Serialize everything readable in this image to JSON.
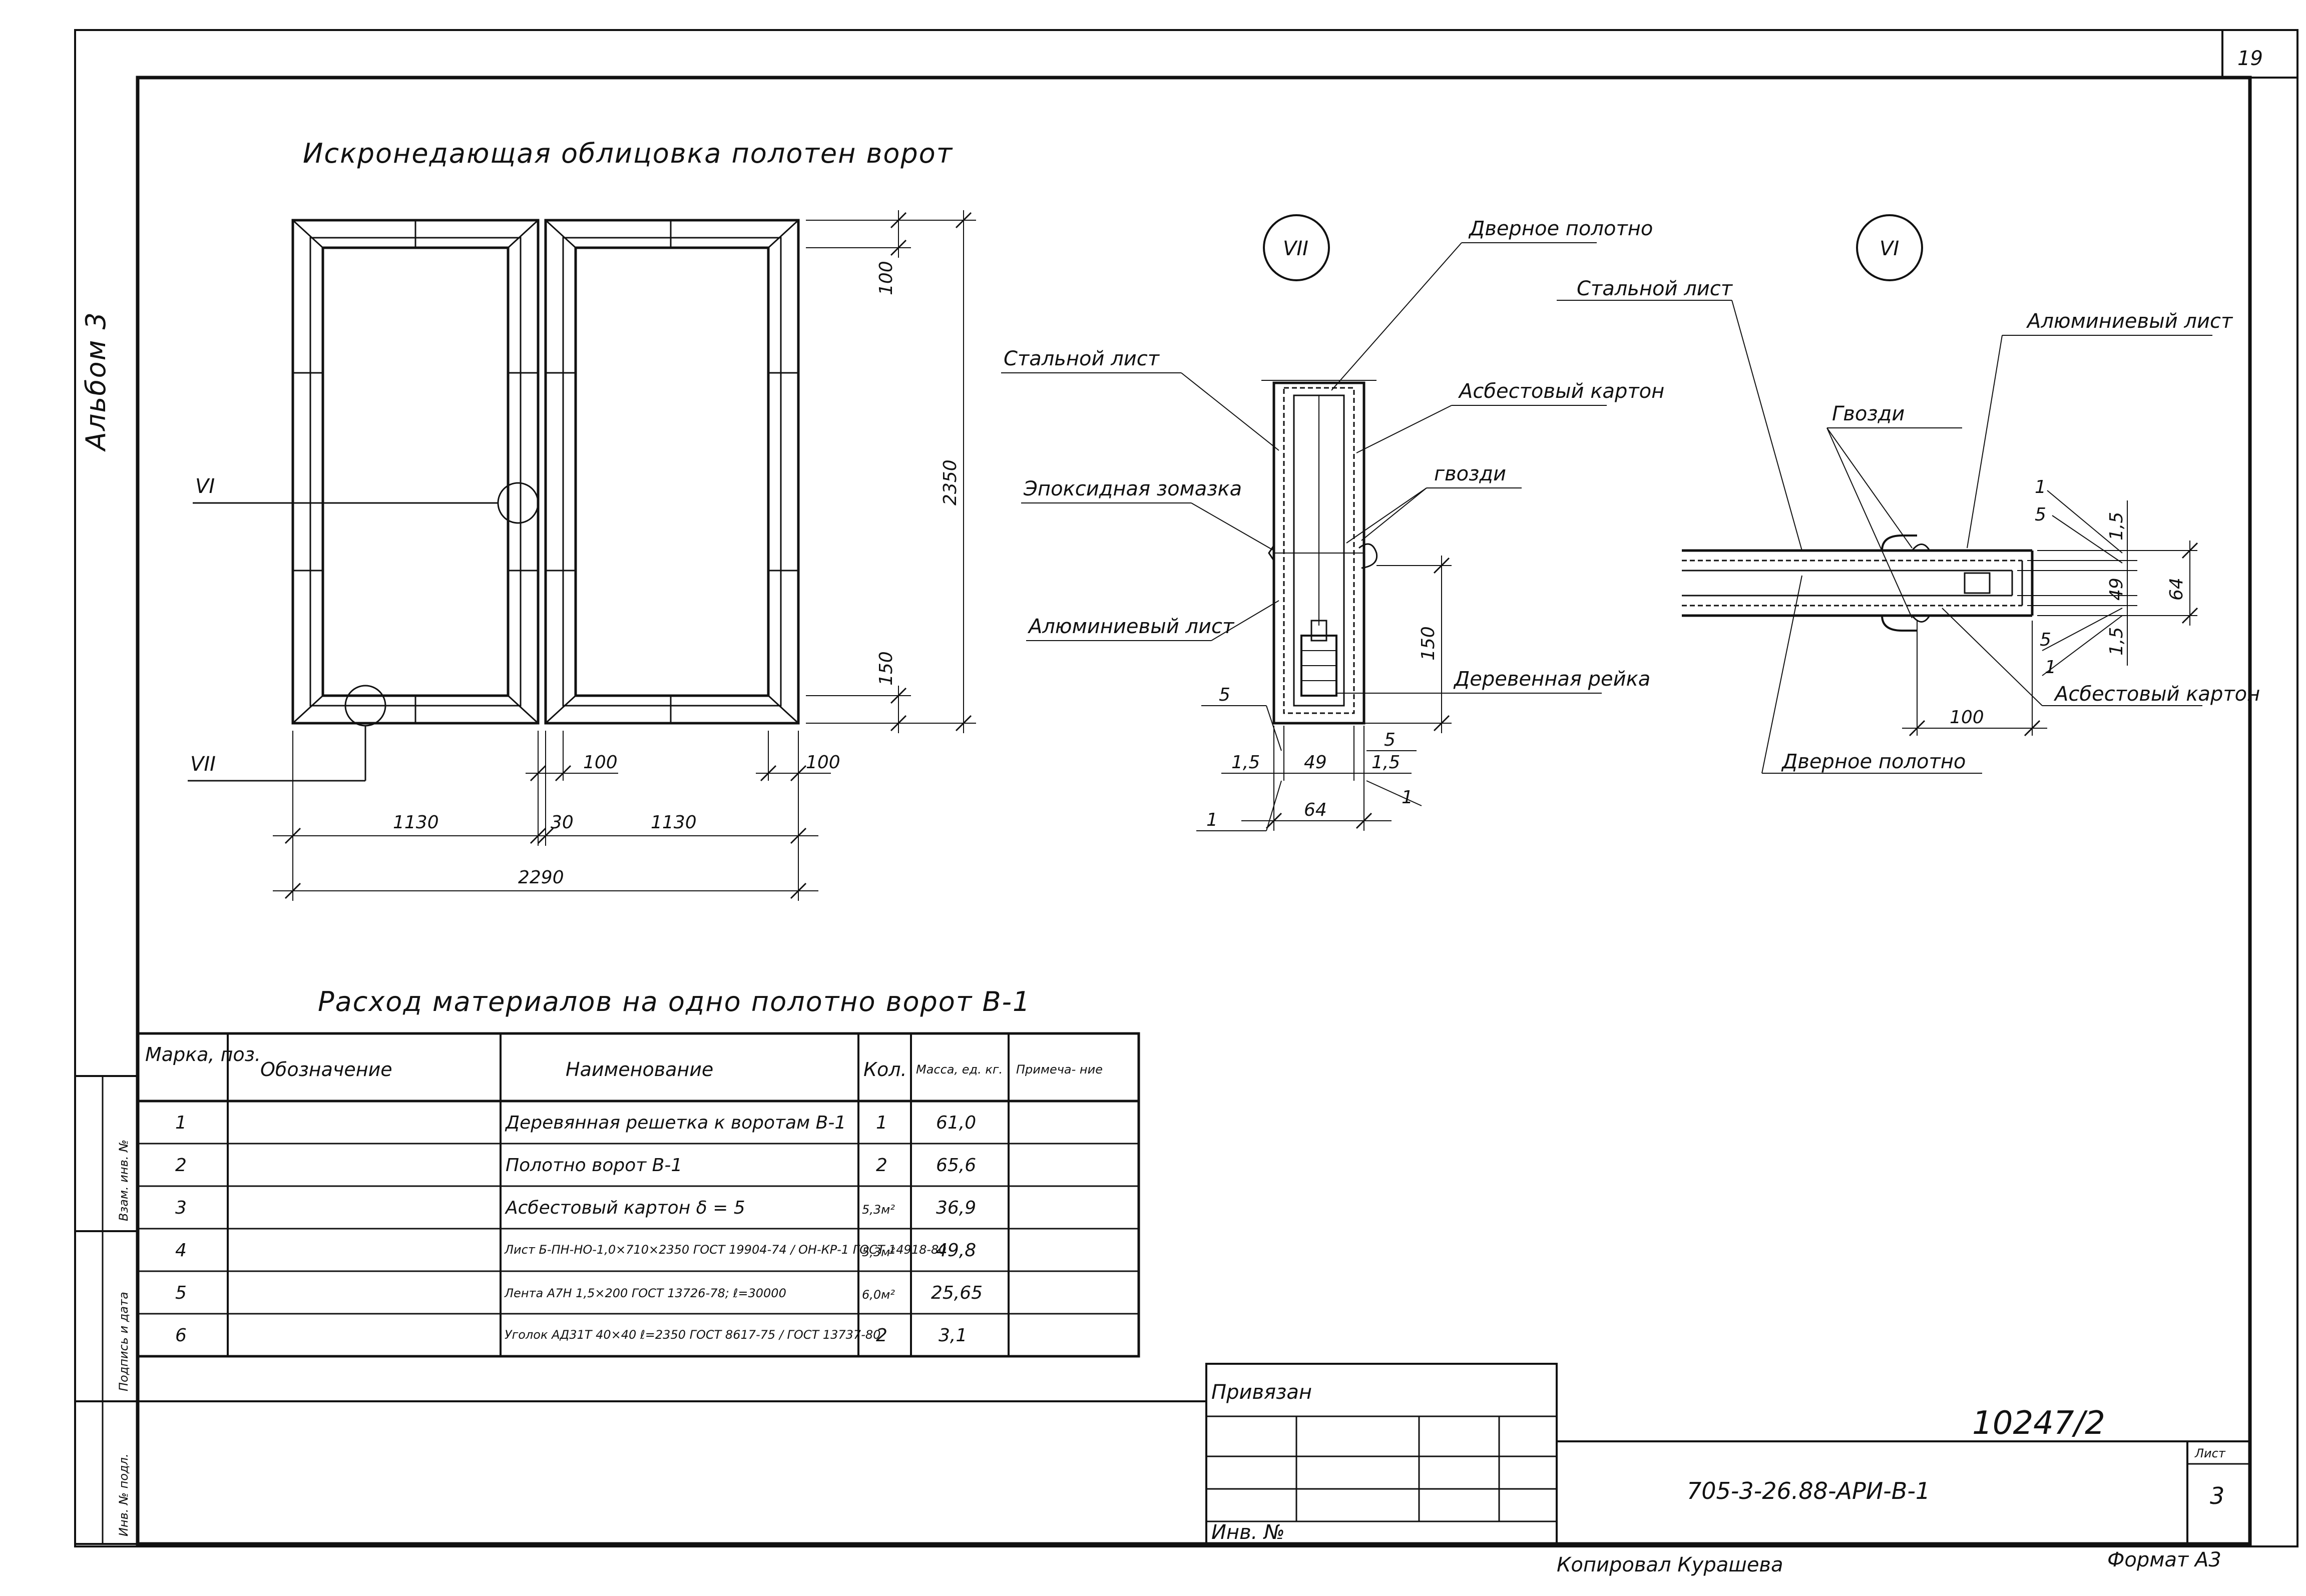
{
  "page_number": "19",
  "album_label": "Альбом 3",
  "drawing_title": "Искронедающая облицовка полотен ворот",
  "section_markers": {
    "vi": "VI",
    "vii": "VII"
  },
  "elevation_dims": {
    "top": "100",
    "height": "2350",
    "bottom": "150",
    "width_left": "1130",
    "gap": "30",
    "width_right": "1130",
    "total": "2290",
    "inset_left": "100",
    "inset_right": "100"
  },
  "section_vii": {
    "marker": "VII",
    "labels": {
      "door_leaf": "Дверное полотно",
      "steel_sheet": "Стальной лист",
      "asbestos": "Асбестовый картон",
      "nails": "гвозди",
      "epoxy": "Эпоксидная зомазка",
      "aluminum": "Алюминиевый лист",
      "wood_rail": "Деревенная рейка"
    },
    "dims": {
      "d150": "150",
      "d5a": "5",
      "d5b": "5",
      "d15a": "1,5",
      "d49": "49",
      "d15b": "1,5",
      "d64": "64",
      "d1a": "1",
      "d1b": "1"
    }
  },
  "section_vi": {
    "marker": "VI",
    "labels": {
      "steel_sheet": "Стальной лист",
      "aluminum": "Алюминиевый лист",
      "nails": "Гвозди",
      "asbestos": "Асбестовый картон",
      "door_leaf": "Дверное полотно"
    },
    "dims": {
      "d1a": "1",
      "d5a": "5",
      "d15a": "1,5",
      "d49": "49",
      "d64": "64",
      "d5b": "5",
      "d1b": "1",
      "d15b": "1,5",
      "d100": "100"
    }
  },
  "materials_table": {
    "title": "Расход материалов на одно полотно ворот В-1",
    "headers": [
      "Марка, поз.",
      "Обозначение",
      "Наименование",
      "Кол.",
      "Масса, ед. кг.",
      "Примеча- ние"
    ],
    "rows": [
      {
        "pos": "1",
        "designation": "",
        "name": "Деревянная решетка к воротам В-1",
        "qty": "1",
        "mass": "61,0",
        "note": ""
      },
      {
        "pos": "2",
        "designation": "",
        "name": "Полотно ворот В-1",
        "qty": "2",
        "mass": "65,6",
        "note": ""
      },
      {
        "pos": "3",
        "designation": "",
        "name": "Асбестовый картон δ = 5",
        "qty": "5,3м²",
        "mass": "36,9",
        "note": ""
      },
      {
        "pos": "4",
        "designation": "",
        "name": "Лист Б-ПН-НО-1,0×710×2350 ГОСТ 19904-74 / ОН-КР-1 ГОСТ 14918-80",
        "qty": "5,3м²",
        "mass": "49,8",
        "note": ""
      },
      {
        "pos": "5",
        "designation": "",
        "name": "Лента А7Н 1,5×200 ГОСТ 13726-78; ℓ=30000",
        "qty": "6,0м²",
        "mass": "25,65",
        "note": ""
      },
      {
        "pos": "6",
        "designation": "",
        "name": "Уголок АД31Т 40×40 ℓ=2350 ГОСТ 8617-75 / ГОСТ 13737-80",
        "qty": "2",
        "mass": "3,1",
        "note": ""
      }
    ]
  },
  "side_stamps": [
    "Взам. инв. №",
    "Подпись и дата",
    "Инв. № подл."
  ],
  "title_block": {
    "linked": "Привязан",
    "inv": "Инв. №",
    "archive_number": "10247/2",
    "code": "705-3-26.88-АРИ-В-1",
    "sheet_label": "Лист",
    "sheet_value": "3"
  },
  "footer": {
    "copied": "Копировал Курашева",
    "format": "Формат А3"
  }
}
